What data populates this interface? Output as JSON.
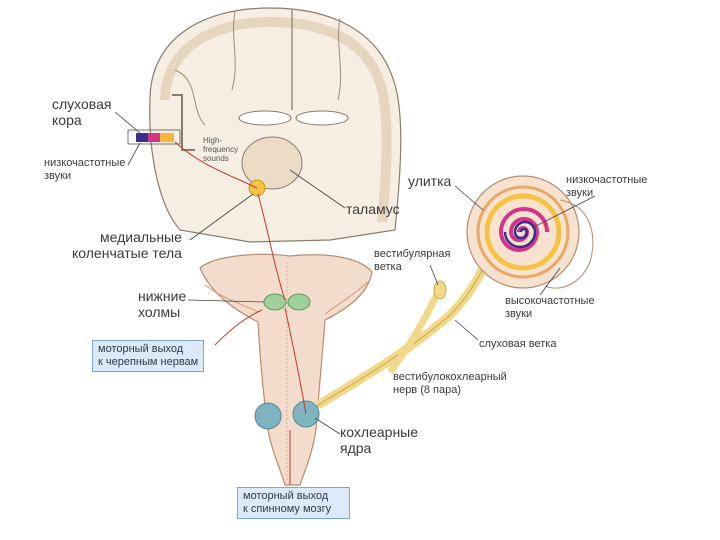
{
  "labels": {
    "auditory_cortex": "слуховая\nкора",
    "low_freq_cortex": "низкочастотные\nзвуки",
    "high_freq_cortex": "High-\nfrequency\nsounds",
    "medial_geniculate": "медиальные\nколенчатые тела",
    "thalamus": "таламус",
    "inferior_colliculi": "нижние\nхолмы",
    "cochlea": "улитка",
    "low_freq_cochlea": "низкочастотные\nзвуки",
    "vestibular_branch": "вестибулярная\nветка",
    "high_freq_cochlea": "высокочастотные\nзвуки",
    "auditory_branch": "слуховая ветка",
    "vestibulocochlear_nerve": "вестибулокохлеарный\nнерв (8 пара)",
    "cochlear_nuclei": "кохлеарные\nядра"
  },
  "boxes": {
    "motor_output_nerves": "моторный выход\nк черепным нервам",
    "motor_output_spinal": "моторный выход\nк спинному мозгу"
  },
  "colors": {
    "brain_fill": "#f6eee2",
    "brain_stroke": "#8a7c6c",
    "brainstem_fill": "#f3dccb",
    "nerve_yellow": "#f2d98a",
    "pathway_red": "#c0392b",
    "colliculi_green": "#9fcf9a",
    "nuclei_teal": "#7fb3bf",
    "box_fill": "#dbe9f8"
  }
}
